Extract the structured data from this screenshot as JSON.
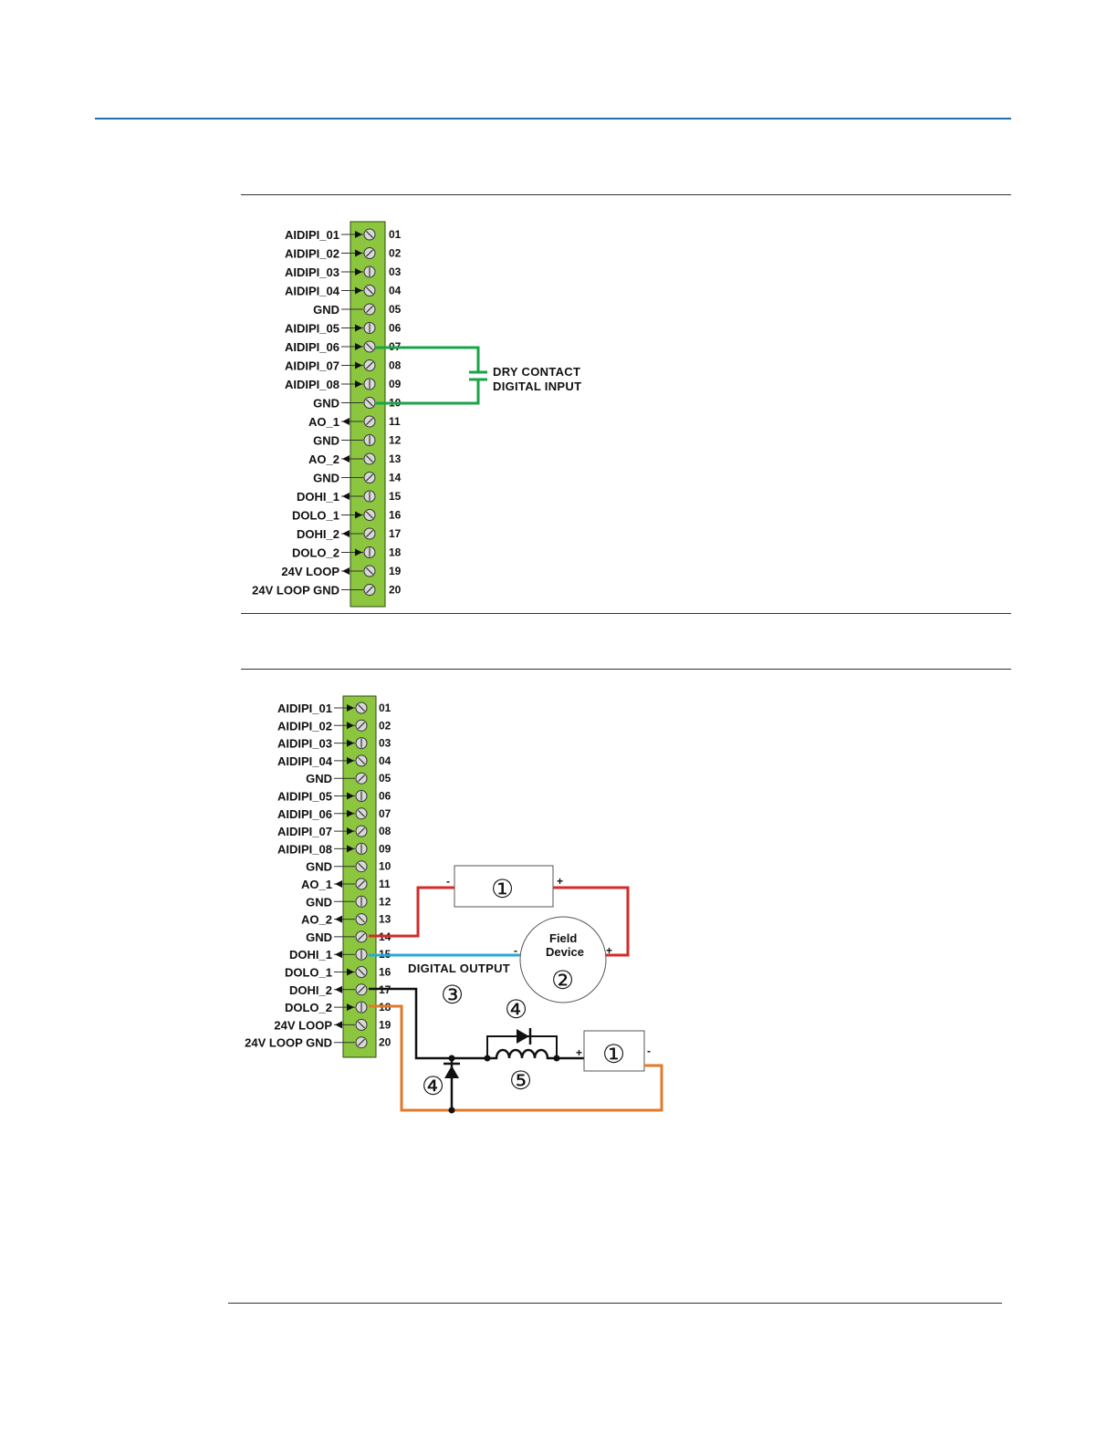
{
  "terminals": {
    "labels": [
      "AIDIPI_01",
      "AIDIPI_02",
      "AIDIPI_03",
      "AIDIPI_04",
      "GND",
      "AIDIPI_05",
      "AIDIPI_06",
      "AIDIPI_07",
      "AIDIPI_08",
      "GND",
      "AO_1",
      "GND",
      "AO_2",
      "GND",
      "DOHI_1",
      "DOLO_1",
      "DOHI_2",
      "DOLO_2",
      "24V LOOP",
      "24V LOOP GND"
    ],
    "numbers": [
      "01",
      "02",
      "03",
      "04",
      "05",
      "06",
      "07",
      "08",
      "09",
      "10",
      "11",
      "12",
      "13",
      "14",
      "15",
      "16",
      "17",
      "18",
      "19",
      "20"
    ],
    "directions": [
      "in",
      "in",
      "in",
      "in",
      "none",
      "in",
      "in",
      "in",
      "in",
      "none",
      "out",
      "none",
      "out",
      "none",
      "out",
      "in",
      "out",
      "in",
      "out",
      "none"
    ]
  },
  "figure1": {
    "note_line1": "DRY CONTACT",
    "note_line2": "DIGITAL INPUT"
  },
  "figure2": {
    "field_device_line1": "Field",
    "field_device_line2": "Device",
    "digital_output": "DIGITAL OUTPUT",
    "callout_1": "①",
    "callout_2": "②",
    "callout_3": "③",
    "callout_4": "④",
    "callout_5": "⑤",
    "plus": "+",
    "minus": "-"
  },
  "colors": {
    "terminal_block": "#8cc63f",
    "dry_contact_wire": "#1aa34a",
    "supply_wire": "#d42a2a",
    "signal_wire": "#29a8d8",
    "return_wire": "#e07a2a",
    "header_rule": "#1f6fb4"
  }
}
